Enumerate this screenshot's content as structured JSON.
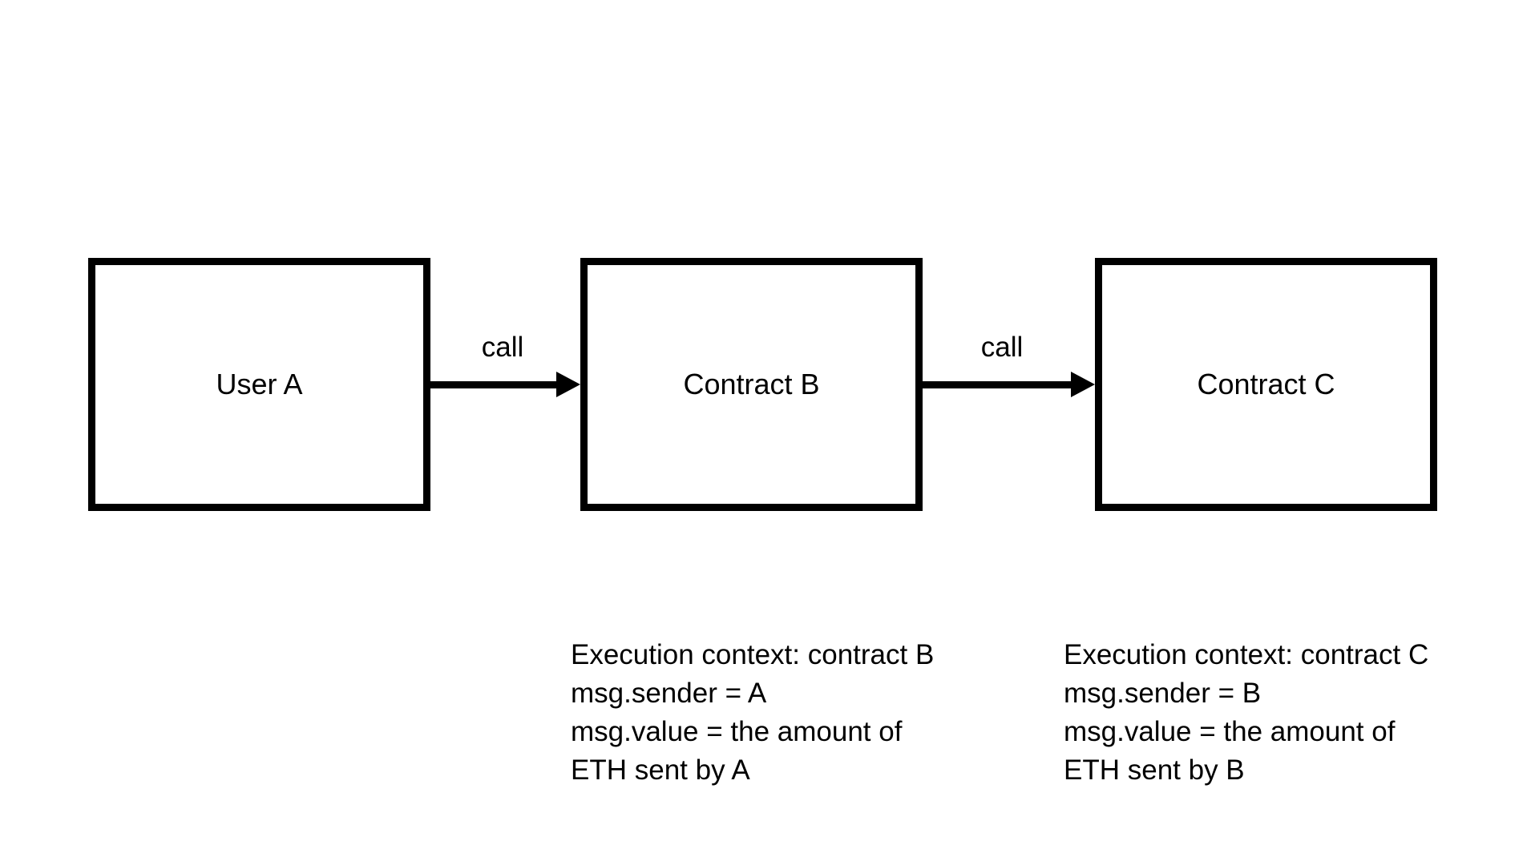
{
  "nodes": {
    "user_a": "User A",
    "contract_b": "Contract B",
    "contract_c": "Contract C"
  },
  "edges": {
    "a_to_b": "call",
    "b_to_c": "call"
  },
  "notes": {
    "contract_b": [
      "Execution context: contract B",
      "msg.sender = A",
      "msg.value = the amount of",
      "ETH sent by A"
    ],
    "contract_c": [
      "Execution context: contract C",
      "msg.sender = B",
      "msg.value = the amount of",
      "ETH sent by B"
    ]
  }
}
